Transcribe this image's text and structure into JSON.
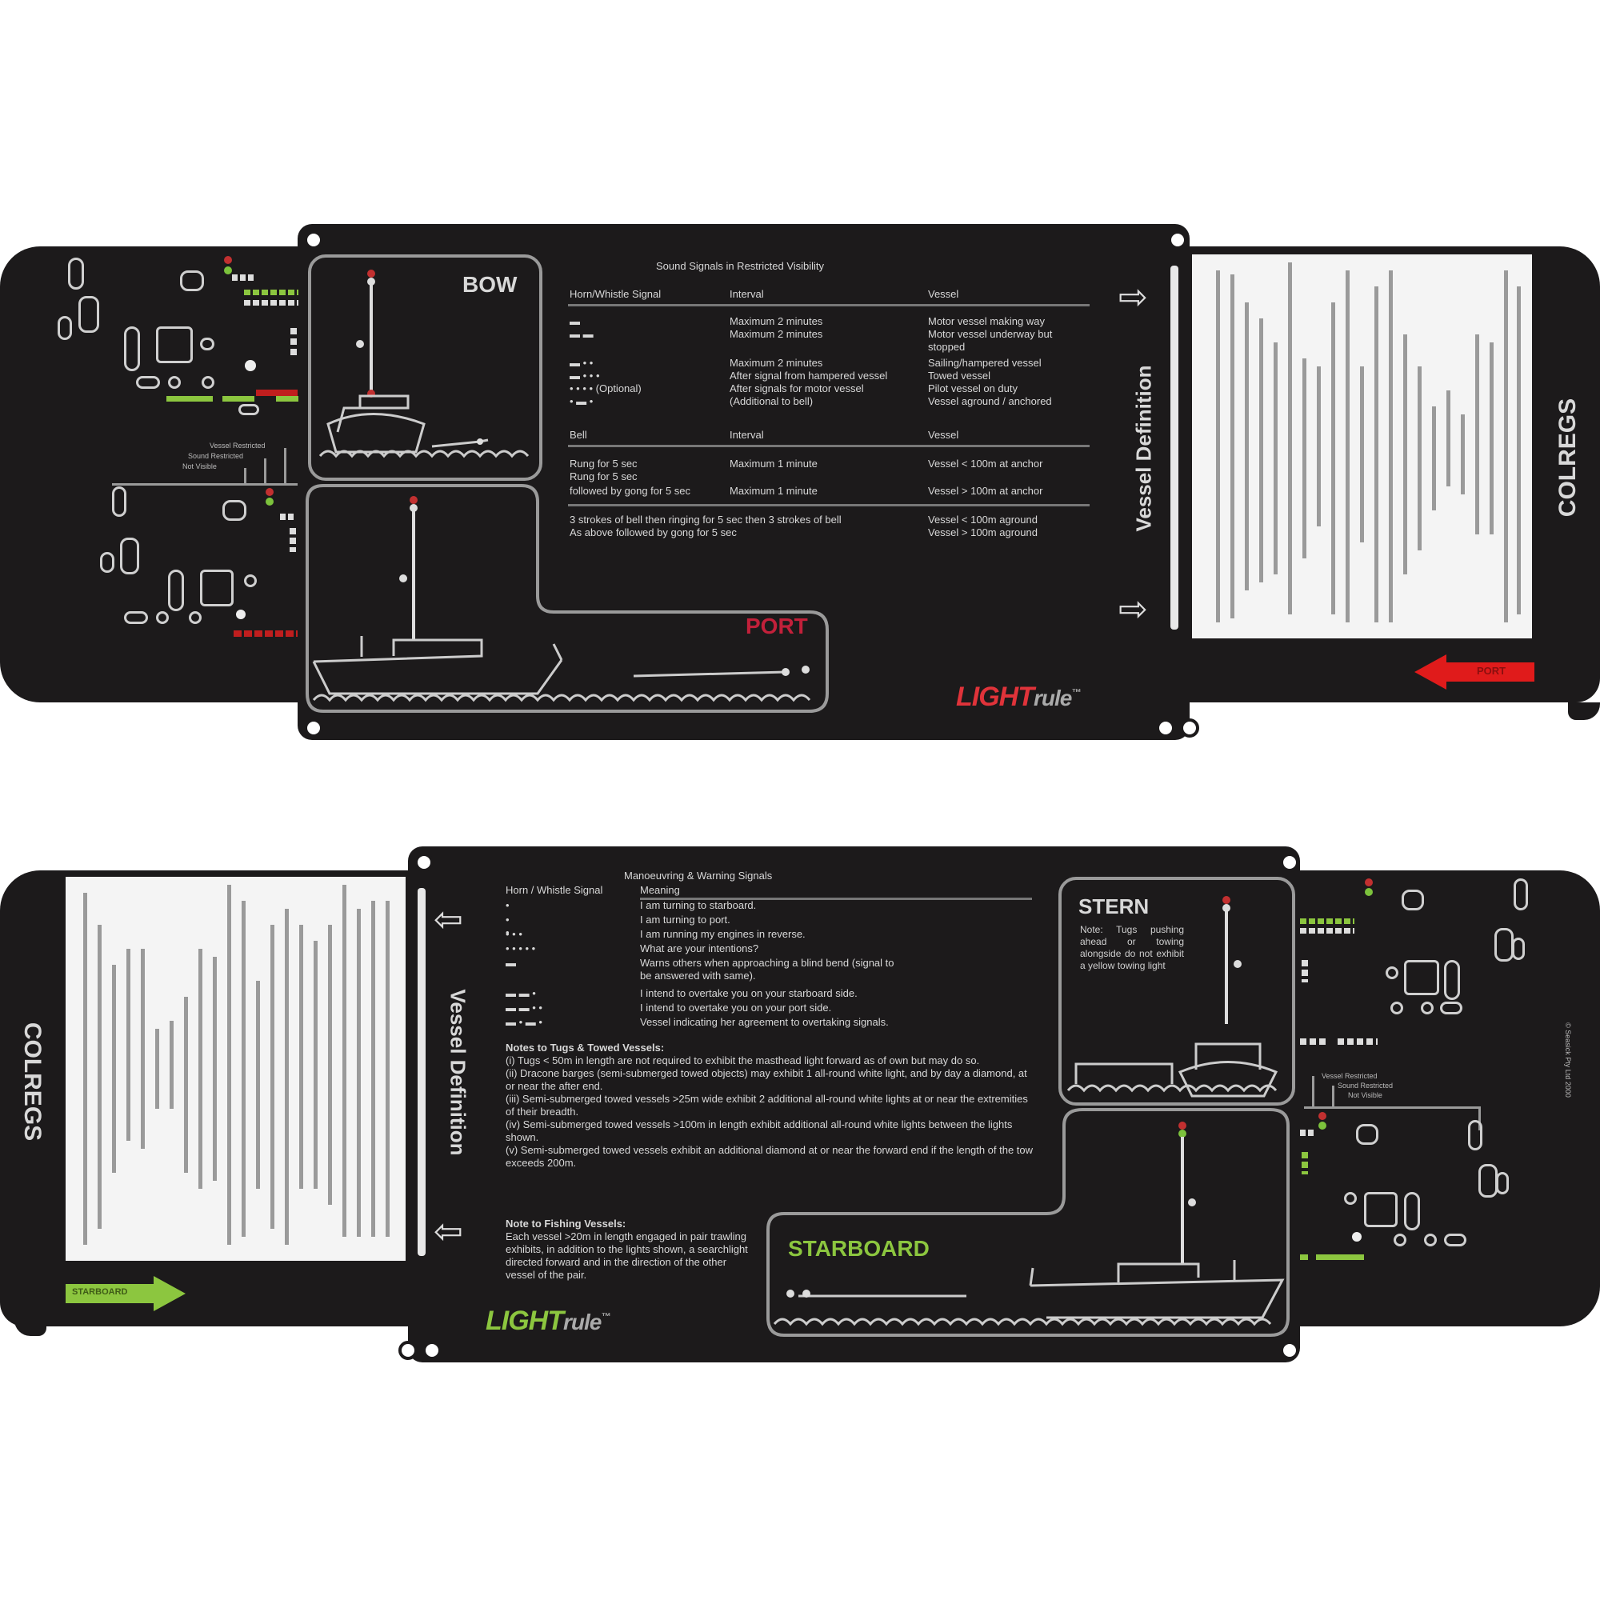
{
  "top_card": {
    "brand": {
      "light": "LIGHT",
      "rule": "rule",
      "tm": "™",
      "light_color": "#e0333a"
    },
    "bow_label": "BOW",
    "port_label": "PORT",
    "vessel_definition": "Vessel Definition",
    "colregs": "COLREGS",
    "direction_arrow": {
      "label": "PORT",
      "color": "#e01b1b"
    },
    "sound_table": {
      "title": "Sound Signals in Restricted Visibility",
      "headers": [
        "Horn/Whistle Signal",
        "Interval",
        "Vessel"
      ],
      "rows": [
        {
          "signal": "▬",
          "interval": "Maximum 2 minutes",
          "vessel": "Motor vessel making way"
        },
        {
          "signal": "▬ ▬",
          "interval": "Maximum 2 minutes",
          "vessel": "Motor vessel underway but stopped"
        },
        {
          "signal": "▬ • •",
          "interval": "Maximum 2 minutes",
          "vessel": "Sailing/hampered vessel"
        },
        {
          "signal": "▬ • • •",
          "interval": "After signal from hampered vessel",
          "vessel": "Towed vessel"
        },
        {
          "signal": "• • • •  (Optional)",
          "interval": "After signals for motor vessel",
          "vessel": "Pilot vessel on duty"
        },
        {
          "signal": "• ▬ •",
          "interval": "(Additional to bell)",
          "vessel": "Vessel aground / anchored"
        }
      ],
      "bell_headers": [
        "Bell",
        "Interval",
        "Vessel"
      ],
      "bell_rows": [
        {
          "signal": "Rung for 5 sec",
          "interval": "Maximum 1 minute",
          "vessel": "Vessel < 100m at anchor"
        },
        {
          "signal": "Rung for 5 sec",
          "interval": "",
          "vessel": ""
        },
        {
          "signal": "followed by gong for 5 sec",
          "interval": "Maximum 1 minute",
          "vessel": "Vessel > 100m at anchor"
        }
      ],
      "aground_rows": [
        {
          "signal": "3 strokes of bell then ringing for 5 sec then 3 strokes of bell",
          "vessel": "Vessel < 100m aground"
        },
        {
          "signal": "As above followed by gong for 5 sec",
          "vessel": "Vessel > 100m aground"
        }
      ]
    },
    "diagram_labels": [
      "Vessel Restricted",
      "Sound Restricted",
      "Not Visible"
    ]
  },
  "bottom_card": {
    "brand": {
      "light": "LIGHT",
      "rule": "rule",
      "tm": "™",
      "light_color": "#8cc63f"
    },
    "stern_label": "STERN",
    "stern_note": "Note: Tugs pushing ahead or towing alongside do not exhibit a yellow towing light",
    "starboard_label": "STARBOARD",
    "vessel_definition": "Vessel Definition",
    "colregs": "COLREGS",
    "direction_arrow": {
      "label": "STARBOARD",
      "color": "#8cc63f"
    },
    "copyright": "© Seasick Pty Ltd 2000",
    "maneuver_table": {
      "title": "Manoeuvring & Warning Signals",
      "headers": [
        "Horn / Whistle Signal",
        "Meaning"
      ],
      "rows": [
        {
          "signal": "•",
          "meaning": "I am turning to starboard."
        },
        {
          "signal": "• •",
          "meaning": "I am turning to port."
        },
        {
          "signal": "• • •",
          "meaning": "I am running my engines in reverse."
        },
        {
          "signal": "• • • • •",
          "meaning": "What are your intentions?"
        },
        {
          "signal": "▬",
          "meaning": "Warns others when approaching a blind bend (signal to be answered with same)."
        },
        {
          "signal": "▬ ▬ •",
          "meaning": "I intend to overtake you on your starboard side."
        },
        {
          "signal": "▬ ▬ • •",
          "meaning": "I intend to overtake you on your port side."
        },
        {
          "signal": "▬ • ▬ •",
          "meaning": "Vessel indicating her agreement to overtaking signals."
        }
      ]
    },
    "tug_notes": {
      "title": "Notes to Tugs & Towed Vessels:",
      "items": [
        "(i) Tugs < 50m in length are not required to exhibit the masthead light forward as of own but may do so.",
        "(ii) Dracone barges (semi-submerged towed objects) may exhibit 1 all-round white light, and by day a diamond, at or near the after end.",
        "(iii) Semi-submerged towed vessels >25m wide exhibit 2 additional all-round white lights at or near the extremities of their breadth.",
        "(iv) Semi-submerged towed vessels >100m in length exhibit additional all-round white lights between the lights shown.",
        "(v) Semi-submerged towed vessels exhibit an additional diamond at or near the forward end if the length of the tow exceeds 200m."
      ]
    },
    "fishing_notes": {
      "title": "Note to Fishing Vessels:",
      "text": "Each vessel >20m in length engaged in pair trawling exhibits, in addition to the lights shown, a searchlight directed forward and in the direction of the other vessel of the pair."
    },
    "diagram_labels": [
      "Vessel Restricted",
      "Sound Restricted",
      "Not Visible"
    ]
  }
}
